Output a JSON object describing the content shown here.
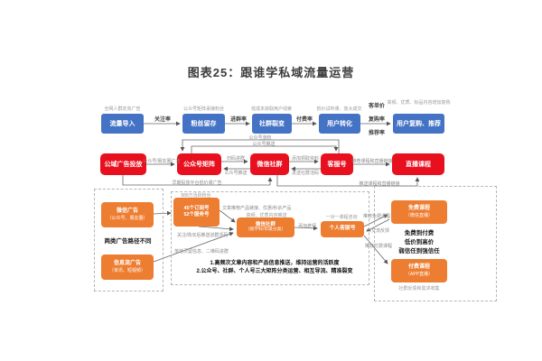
{
  "title": "图表25：跟谁学私域流量运营",
  "colors": {
    "blue": "#4472C4",
    "red": "#E8101E",
    "orange": "#ED7D31"
  },
  "funnel": {
    "boxes": [
      {
        "label": "流量导入",
        "note": "全网人群定向广告"
      },
      {
        "label": "粉丝留存",
        "note": "公众号矩阵承接粉丝"
      },
      {
        "label": "社群裂变",
        "note": "低成本获取用户线索"
      },
      {
        "label": "用户转化",
        "note": "低价试听课、放大成交"
      },
      {
        "label": "用户复购、推荐",
        "note": "高频、优质、标品内容增加复购"
      }
    ],
    "arrow_labels": [
      "关注率",
      "进群率",
      "付费率"
    ],
    "final_labels": [
      "客单价",
      "复购率",
      "推荐率"
    ]
  },
  "channels": {
    "boxes": [
      "公域广告投放",
      "公众号矩阵",
      "微信社群",
      "客服号",
      "直播课程"
    ],
    "labels": {
      "ad": "公众号/朋友圈广告",
      "scan": "扫码进群",
      "push": "公众号推送",
      "add": "添加领取资料",
      "code": "发送社群活码",
      "recommend": "推荐课程和直播链接",
      "bracket_outer": "公众号涨粉",
      "bracket_inner": "公众号推送",
      "bottom_left": "早期投放平台低价课广告",
      "bottom_right": "推送课程和直播链接"
    }
  },
  "detail": {
    "left": {
      "box1": {
        "line1": "微信广告",
        "line2": "（公众号、朋友圈）"
      },
      "text": "两类广告路径不同",
      "box2": {
        "line1": "信息流广告",
        "line2": "（资讯、短视频）"
      }
    },
    "middle": {
      "accounts": {
        "line1": "45个订阅号",
        "line2": "52个服务号",
        "note": "888万活跃粉丝"
      },
      "label_article": "文章推荐产品链接、优惠/秒杀产品",
      "label_follow": "关注/购买后推送进群活码",
      "label_landing": "落地页留信息、二维码进群",
      "community": {
        "line1": "微信社群",
        "line2": "（按学科/年级分类）",
        "note": "高频、优质内容推送"
      },
      "service": {
        "label": "个人客服号",
        "note": "一对一课程咨询"
      },
      "label_add": "添加老师",
      "notes": [
        "1.高频次文章内容和产品信息推送，维持运营的活跃度",
        "2.公众号、社群、个人号三大矩阵分类运营、相互导流、精准裂变"
      ]
    },
    "right": {
      "free": {
        "line1": "免费课程",
        "line2": "（微信直播）"
      },
      "middle_text": [
        "免费到付费",
        "低价到高价",
        "弱信任到强信任"
      ],
      "paid": {
        "line1": "付费课程",
        "line2": "（APP直播）"
      },
      "label_free": "推荐免费课程",
      "label_feedback": "交流反馈",
      "label_paid": "推荐付费课程",
      "note": "社群反馈和需求收集"
    }
  }
}
